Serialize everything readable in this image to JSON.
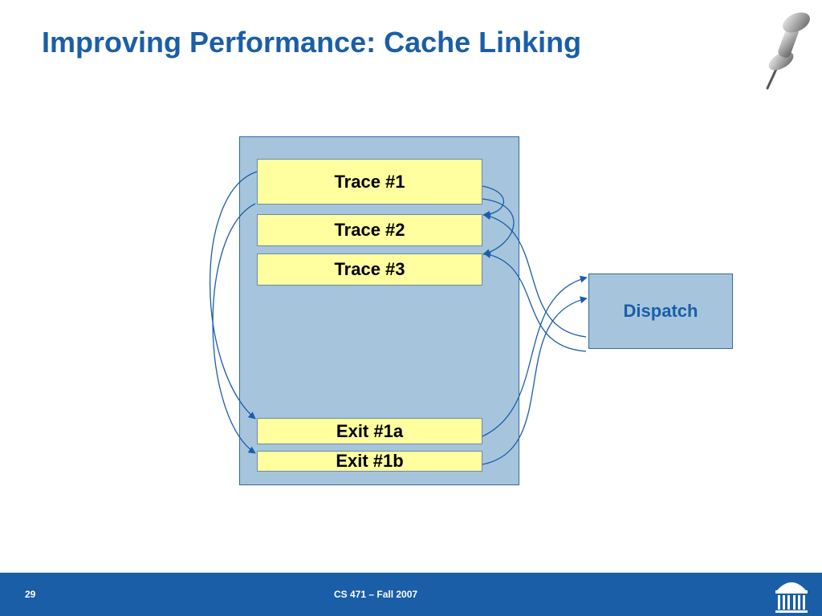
{
  "title": "Improving Performance: Cache Linking",
  "diagram": {
    "traces": [
      "Trace #1",
      "Trace #2",
      "Trace #3"
    ],
    "exits": [
      "Exit #1a",
      "Exit #1b"
    ],
    "dispatch_label": "Dispatch"
  },
  "colors": {
    "title": "#1a5ea8",
    "box_fill": "#ffffa0",
    "cache_fill": "#a6c5dd",
    "arrow": "#1a5ea8",
    "footer": "#1a5ea8"
  },
  "icons": [
    "pushpin-icon",
    "university-logo-icon"
  ],
  "footer": {
    "page_number": "29",
    "course": "CS 471 – Fall 2007"
  }
}
